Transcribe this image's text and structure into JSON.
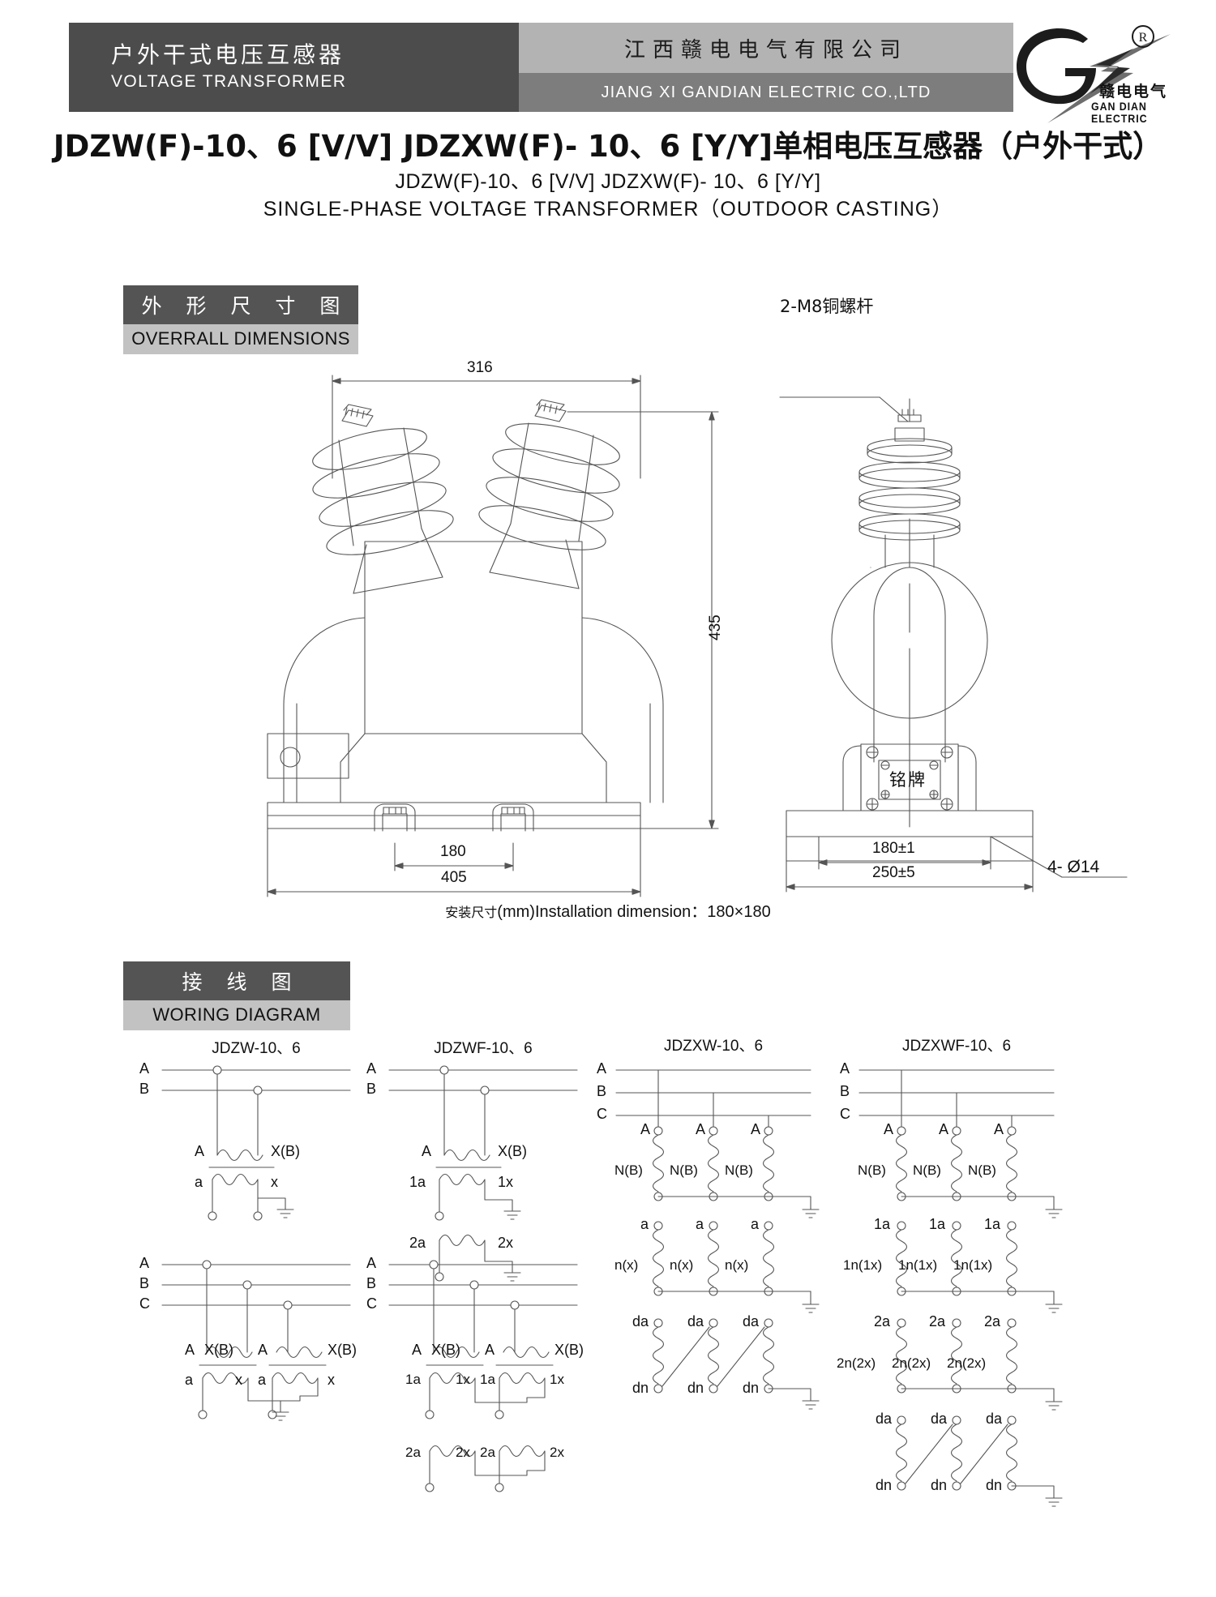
{
  "header": {
    "left_cn": "户外干式电压互感器",
    "left_en": "VOLTAGE TRANSFORMER",
    "company_cn": "江西赣电电气有限公司",
    "company_en": "JIANG XI GANDIAN ELECTRIC CO.,LTD",
    "logo": {
      "registered_mark": "®",
      "brand_cn": "赣电电气",
      "brand_en": "GAN DIAN ELECTRIC"
    }
  },
  "title": {
    "main": "JDZW(F)-10、6 [V/V] JDZXW(F)- 10、6 [Y/Y]单相电压互感器（户外干式）",
    "sub1": "JDZW(F)-10、6  [V/V]  JDZXW(F)- 10、6  [Y/Y]",
    "sub2": "SINGLE-PHASE VOLTAGE TRANSFORMER（OUTDOOR CASTING）"
  },
  "sections": {
    "dimensions": {
      "cn": "外 形 尺 寸 图",
      "en": "OVERRALL DIMENSIONS"
    },
    "wiring": {
      "cn": "接 线 图",
      "en": "WORING DIAGRAM"
    }
  },
  "dimension_drawing": {
    "front_view": {
      "width_overall": "316",
      "height_overall": "435",
      "mount_spacing": "180",
      "base_width": "405"
    },
    "side_view": {
      "callout_screw": "2-M8铜螺杆",
      "nameplate": "铭牌",
      "mount_spacing": "180±1",
      "base_width": "250±5",
      "hole_callout": "4- Ø14"
    },
    "note": {
      "cn": "安装尺寸",
      "unit": "(mm)",
      "en": "Installation dimension",
      "colon": "：",
      "value": "180×180"
    }
  },
  "wiring_diagrams": [
    {
      "title": "JDZW-10、6",
      "top": {
        "bus": [
          "A",
          "B"
        ],
        "primary": {
          "left": "A",
          "right": "X(B)"
        },
        "secondary": [
          {
            "left": "a",
            "right": "x"
          }
        ]
      },
      "bottom": {
        "bus": [
          "A",
          "B",
          "C"
        ],
        "primary": [
          {
            "left": "A",
            "right": "X(B)"
          },
          {
            "left": "A",
            "right": "X(B)"
          }
        ],
        "secondary": [
          {
            "left": "a",
            "right": "x"
          },
          {
            "left": "a",
            "right": "x"
          }
        ]
      }
    },
    {
      "title": "JDZWF-10、6",
      "top": {
        "bus": [
          "A",
          "B"
        ],
        "primary": {
          "left": "A",
          "right": "X(B)"
        },
        "secondary": [
          {
            "left": "1a",
            "right": "1x"
          },
          {
            "left": "2a",
            "right": "2x"
          }
        ]
      },
      "bottom": {
        "bus": [
          "A",
          "B",
          "C"
        ],
        "primary": [
          {
            "left": "A",
            "right": "X(B)"
          },
          {
            "left": "A",
            "right": "X(B)"
          }
        ],
        "secondary": [
          {
            "left": "1a",
            "right": "1x"
          },
          {
            "left": "1a",
            "right": "1x"
          },
          {
            "left": "2a",
            "right": "2x"
          },
          {
            "left": "2a",
            "right": "2x"
          }
        ]
      }
    },
    {
      "title": "JDZXW-10、6",
      "bus": [
        "A",
        "B",
        "C"
      ],
      "phase_labels": [
        "A",
        "A",
        "A"
      ],
      "rows": [
        {
          "label": "N(B)",
          "repeat": 3
        },
        {
          "label": "a",
          "repeat": 3
        },
        {
          "label": "n(x)",
          "repeat": 3
        },
        {
          "label": "da",
          "repeat": 3
        },
        {
          "label": "dn",
          "repeat": 3
        }
      ]
    },
    {
      "title": "JDZXWF-10、6",
      "bus": [
        "A",
        "B",
        "C"
      ],
      "phase_labels": [
        "A",
        "A",
        "A"
      ],
      "rows": [
        {
          "label": "N(B)",
          "repeat": 3
        },
        {
          "label": "1a",
          "repeat": 3
        },
        {
          "label": "1n(1x)",
          "repeat": 3
        },
        {
          "label": "2a",
          "repeat": 3
        },
        {
          "label": "2n(2x)",
          "repeat": 3
        },
        {
          "label": "da",
          "repeat": 3
        },
        {
          "label": "dn",
          "repeat": 3
        }
      ]
    }
  ],
  "colors": {
    "header_dark": "#4c4c4c",
    "header_mid_light": "#b3b3b3",
    "header_mid_dark": "#7d7d7d",
    "section_cn_bg": "#545454",
    "section_en_bg": "#c2c2c2",
    "line": "#555555"
  }
}
